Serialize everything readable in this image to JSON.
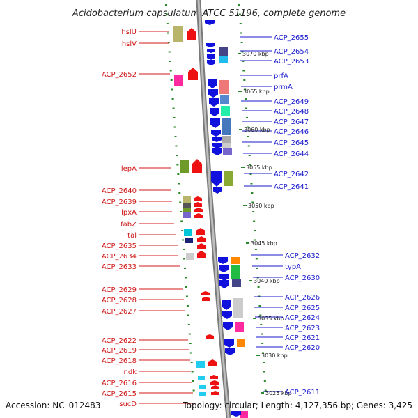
{
  "title": "Acidobacterium capsulatum ATCC 51196, complete genome",
  "footer": {
    "accession": "Accession: NC_012483",
    "topology": "Topology: circular; Length: 4,127,356 bp; Genes: 3,425"
  },
  "colors": {
    "left_label": "#d01818",
    "right_label": "#1a1acc",
    "backbone": "#999999",
    "dots": "#2a8a2a",
    "strand_plus": "#ee1111",
    "strand_minus": "#1111dd"
  },
  "left_genes": [
    {
      "label": "hslU"
    },
    {
      "label": "hslV"
    },
    {
      "label": "ACP_2652"
    },
    {
      "label": "lepA"
    },
    {
      "label": "ACP_2640"
    },
    {
      "label": "ACP_2639"
    },
    {
      "label": "lpxA"
    },
    {
      "label": "fabZ"
    },
    {
      "label": "tal"
    },
    {
      "label": "ACP_2635"
    },
    {
      "label": "ACP_2634"
    },
    {
      "label": "ACP_2633"
    },
    {
      "label": "ACP_2629"
    },
    {
      "label": "ACP_2628"
    },
    {
      "label": "ACP_2627"
    },
    {
      "label": "ACP_2622"
    },
    {
      "label": "ACP_2619"
    },
    {
      "label": "ACP_2618"
    },
    {
      "label": "ndk"
    },
    {
      "label": "ACP_2616"
    },
    {
      "label": "ACP_2615"
    },
    {
      "label": "sucD"
    }
  ],
  "right_genes": [
    {
      "label": "ACP_2655"
    },
    {
      "label": "ACP_2654"
    },
    {
      "label": "ACP_2653"
    },
    {
      "label": "prfA"
    },
    {
      "label": "prmA"
    },
    {
      "label": "ACP_2649"
    },
    {
      "label": "ACP_2648"
    },
    {
      "label": "ACP_2647"
    },
    {
      "label": "ACP_2646"
    },
    {
      "label": "ACP_2645"
    },
    {
      "label": "ACP_2644"
    },
    {
      "label": "ACP_2642"
    },
    {
      "label": "ACP_2641"
    },
    {
      "label": "ACP_2632"
    },
    {
      "label": "typA"
    },
    {
      "label": "ACP_2630"
    },
    {
      "label": "ACP_2626"
    },
    {
      "label": "ACP_2625"
    },
    {
      "label": "ACP_2624"
    },
    {
      "label": "ACP_2623"
    },
    {
      "label": "ACP_2621"
    },
    {
      "label": "ACP_2620"
    },
    {
      "label": "ACP_2611"
    }
  ],
  "scale_ticks": [
    {
      "label": "3070 kbp"
    },
    {
      "label": "3065 kbp"
    },
    {
      "label": "3060 kbp"
    },
    {
      "label": "3055 kbp"
    },
    {
      "label": "3050 kbp"
    },
    {
      "label": "3045 kbp"
    },
    {
      "label": "3040 kbp"
    },
    {
      "label": "3035 kbp"
    },
    {
      "label": "3030 kbp"
    },
    {
      "label": "3025 kbp"
    }
  ]
}
